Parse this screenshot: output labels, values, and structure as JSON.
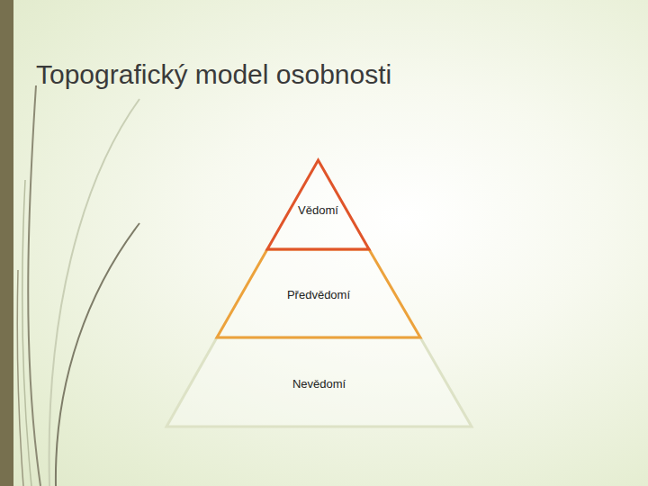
{
  "diagram": {
    "title": "Topografický model osobnosti",
    "nodes": [
      {
        "text": [
          "Vědomí"
        ]
      },
      {
        "text": [
          "Předvědomí"
        ]
      },
      {
        "text": [
          "Nevědomí"
        ]
      }
    ]
  }
}
